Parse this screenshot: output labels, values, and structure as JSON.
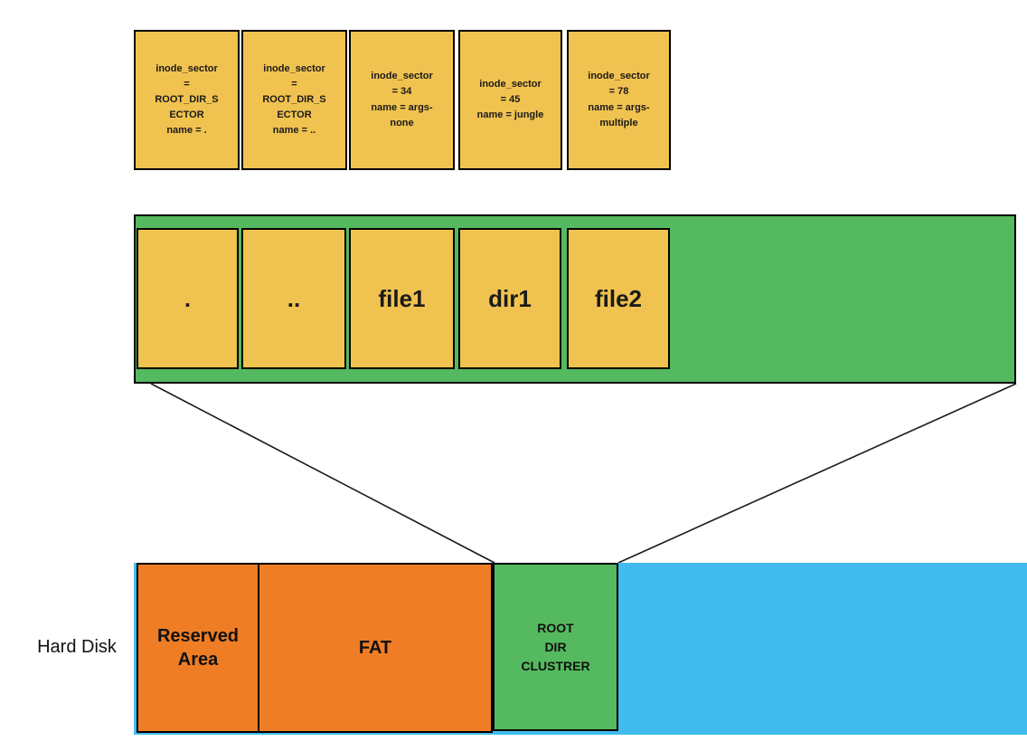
{
  "colors": {
    "yellow": "#F0C24F",
    "green": "#55B95F",
    "orange": "#EF7D25",
    "blue": "#41BBEE",
    "line": "#1a1a1a"
  },
  "hard_disk": {
    "label": "Hard Disk"
  },
  "inode_entries": [
    {
      "inode_sector": "ROOT_DIR_SECTOR",
      "name": ".",
      "text": "inode_sector\n=\nROOT_DIR_S\nECTOR\nname = ."
    },
    {
      "inode_sector": "ROOT_DIR_SECTOR",
      "name": "..",
      "text": "inode_sector\n=\nROOT_DIR_S\nECTOR\nname = .."
    },
    {
      "inode_sector": "34",
      "name": "args-none",
      "text": "inode_sector\n= 34\nname = args-\nnone"
    },
    {
      "inode_sector": "45",
      "name": "jungle",
      "text": "inode_sector\n= 45\nname = jungle"
    },
    {
      "inode_sector": "78",
      "name": "args-multiple",
      "text": "inode_sector\n= 78\nname = args-\nmultiple"
    }
  ],
  "root_dir_entries": [
    ".",
    "..",
    "file1",
    "dir1",
    "file2"
  ],
  "disk_regions": {
    "reserved": "Reserved\nArea",
    "fat": "FAT",
    "root_dir": "ROOT\nDIR\nCLUSTRER"
  }
}
